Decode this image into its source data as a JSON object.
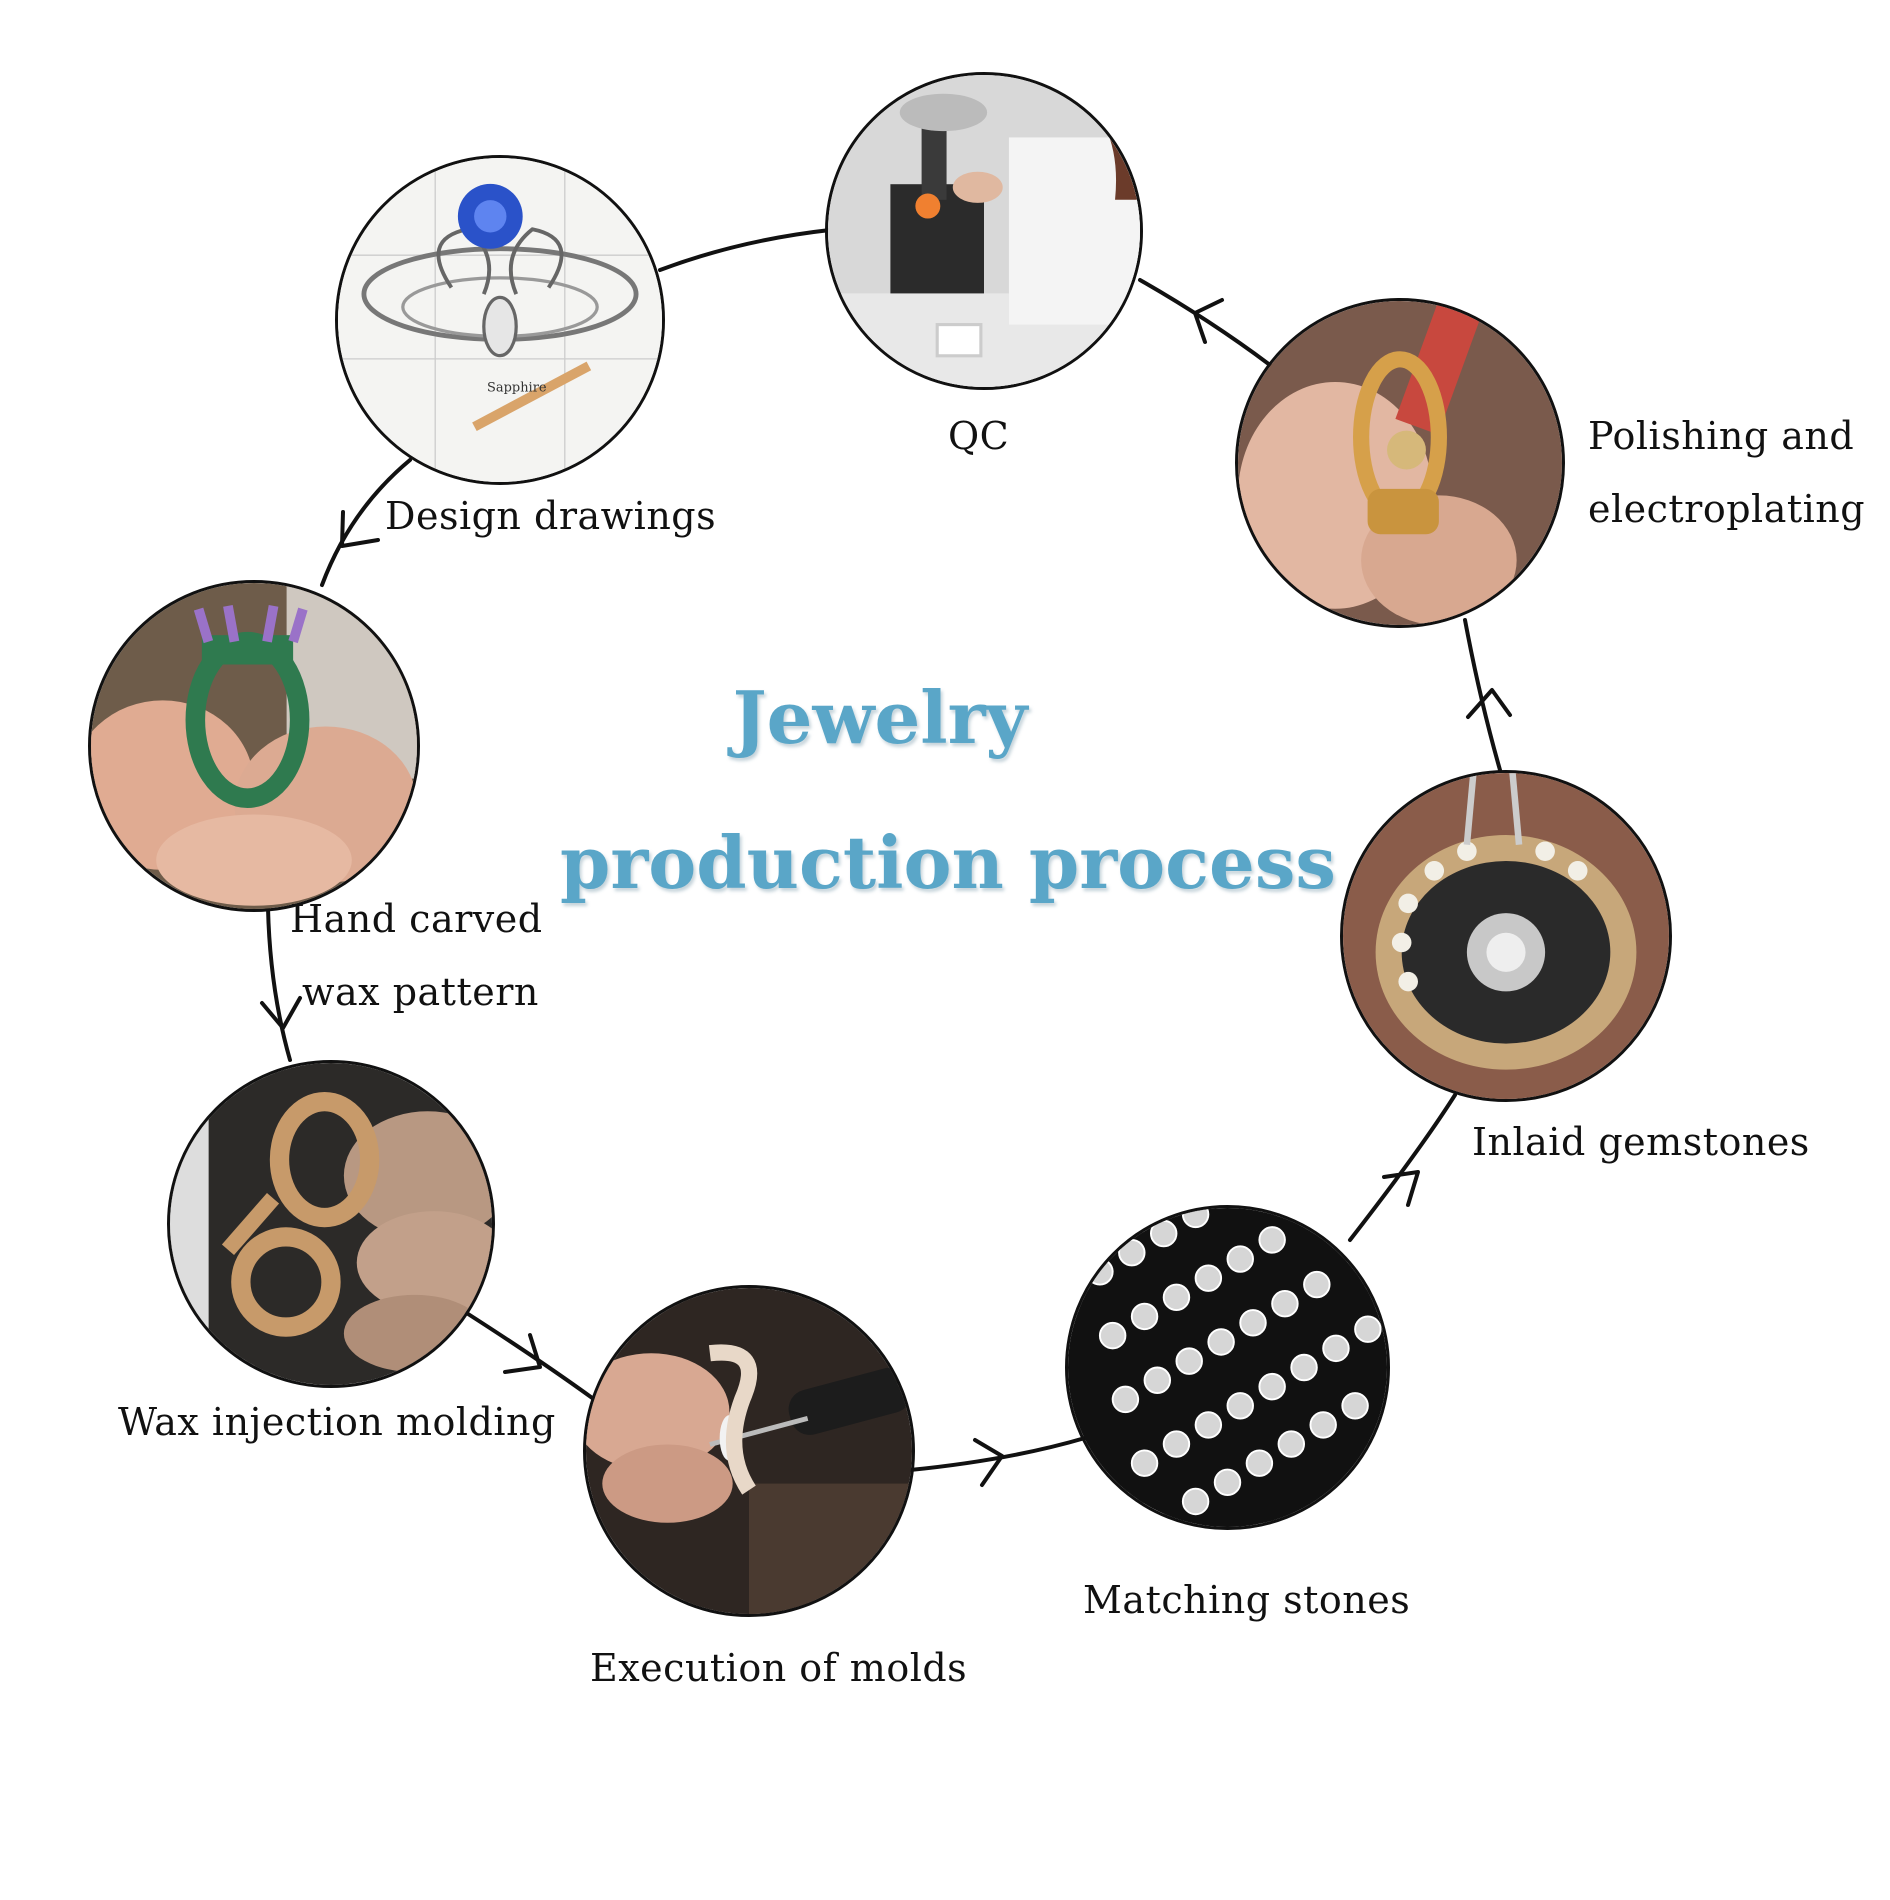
{
  "title": {
    "line1": "Jewelry",
    "line2": "production process"
  },
  "steps": [
    {
      "label": "Design drawings",
      "icon": "ring-sketch-icon"
    },
    {
      "label": "Hand carved",
      "label2": "wax pattern",
      "icon": "wax-ring-icon"
    },
    {
      "label": "Wax injection molding",
      "icon": "wax-molding-icon"
    },
    {
      "label": "Execution of molds",
      "icon": "mold-polishing-icon"
    },
    {
      "label": "Matching stones",
      "icon": "gemstones-icon"
    },
    {
      "label": "Inlaid gemstones",
      "icon": "stone-setting-icon"
    },
    {
      "label": "Polishing and",
      "label2": "electroplating",
      "icon": "polishing-icon"
    },
    {
      "label": "QC",
      "icon": "microscope-icon"
    }
  ],
  "colors": {
    "title": "#5aa6c8",
    "line": "#111111",
    "background": "#ffffff"
  }
}
